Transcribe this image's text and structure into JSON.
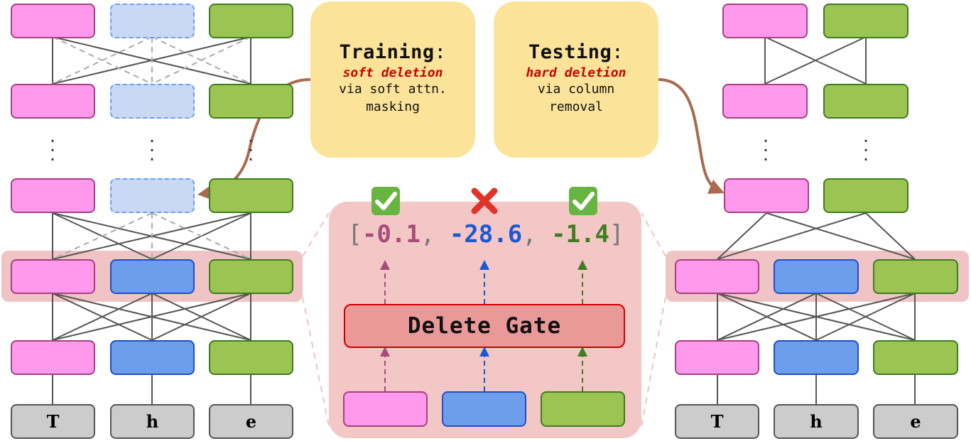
{
  "training": {
    "heading": "Training",
    "colon": ":",
    "method": "soft deletion",
    "detail_line1": "via soft attn.",
    "detail_line2": "masking"
  },
  "testing": {
    "heading": "Testing",
    "colon": ":",
    "method": "hard deletion",
    "detail_line1": "via column",
    "detail_line2": "removal"
  },
  "gate": {
    "label": "Delete Gate",
    "scores": [
      "-0.1",
      "-28.6",
      "-1.4"
    ],
    "open_bracket": "[",
    "close_bracket": "]",
    "separator": ",",
    "decisions": [
      "keep",
      "delete",
      "keep"
    ]
  },
  "tokens": {
    "left": [
      "T",
      "h",
      "e"
    ],
    "right": [
      "T",
      "h",
      "e"
    ]
  },
  "colors": {
    "pink": "#ff99ee",
    "blue": "#6d9eeb",
    "green": "#9bc453",
    "highlight": "#f0c4c4",
    "note": "#fbe39a",
    "accent_red": "#cc0000",
    "arrow_brown": "#a96b4f"
  },
  "icons": [
    "check-icon",
    "cross-icon",
    "check-icon"
  ]
}
